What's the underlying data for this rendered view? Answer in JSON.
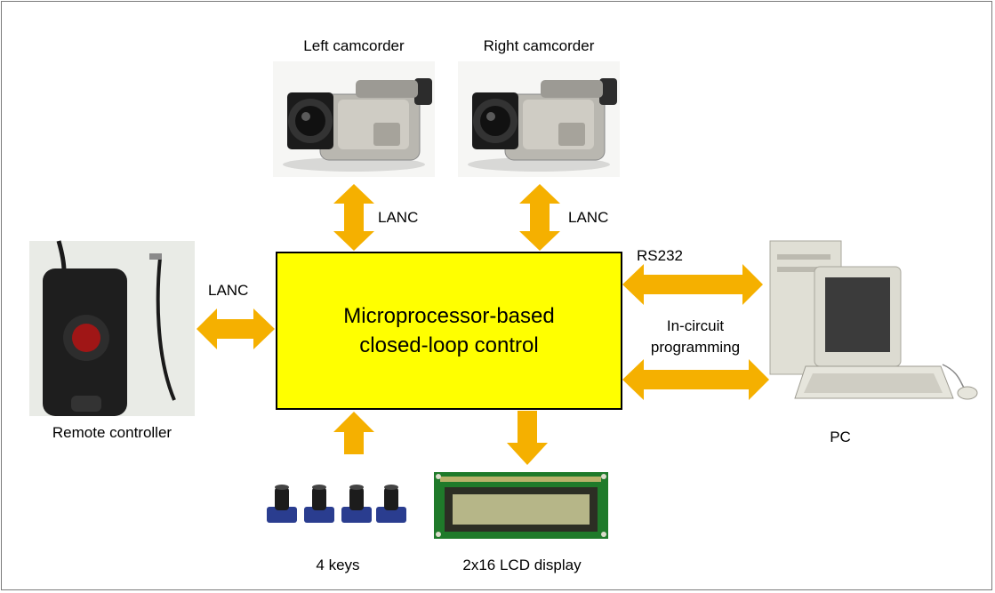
{
  "labels": {
    "left_camcorder": "Left camcorder",
    "right_camcorder": "Right camcorder",
    "lanc_left_cam": "LANC",
    "lanc_right_cam": "LANC",
    "lanc_remote": "LANC",
    "rs232": "RS232",
    "in_circuit_1": "In-circuit",
    "in_circuit_2": "programming",
    "remote_controller": "Remote controller",
    "pc": "PC",
    "keys": "4 keys",
    "lcd": "2x16 LCD display"
  },
  "mcu": {
    "line1": "Microprocessor-based",
    "line2": "closed-loop control"
  },
  "colors": {
    "arrow": "#f5b000",
    "box": "#ffff00"
  }
}
